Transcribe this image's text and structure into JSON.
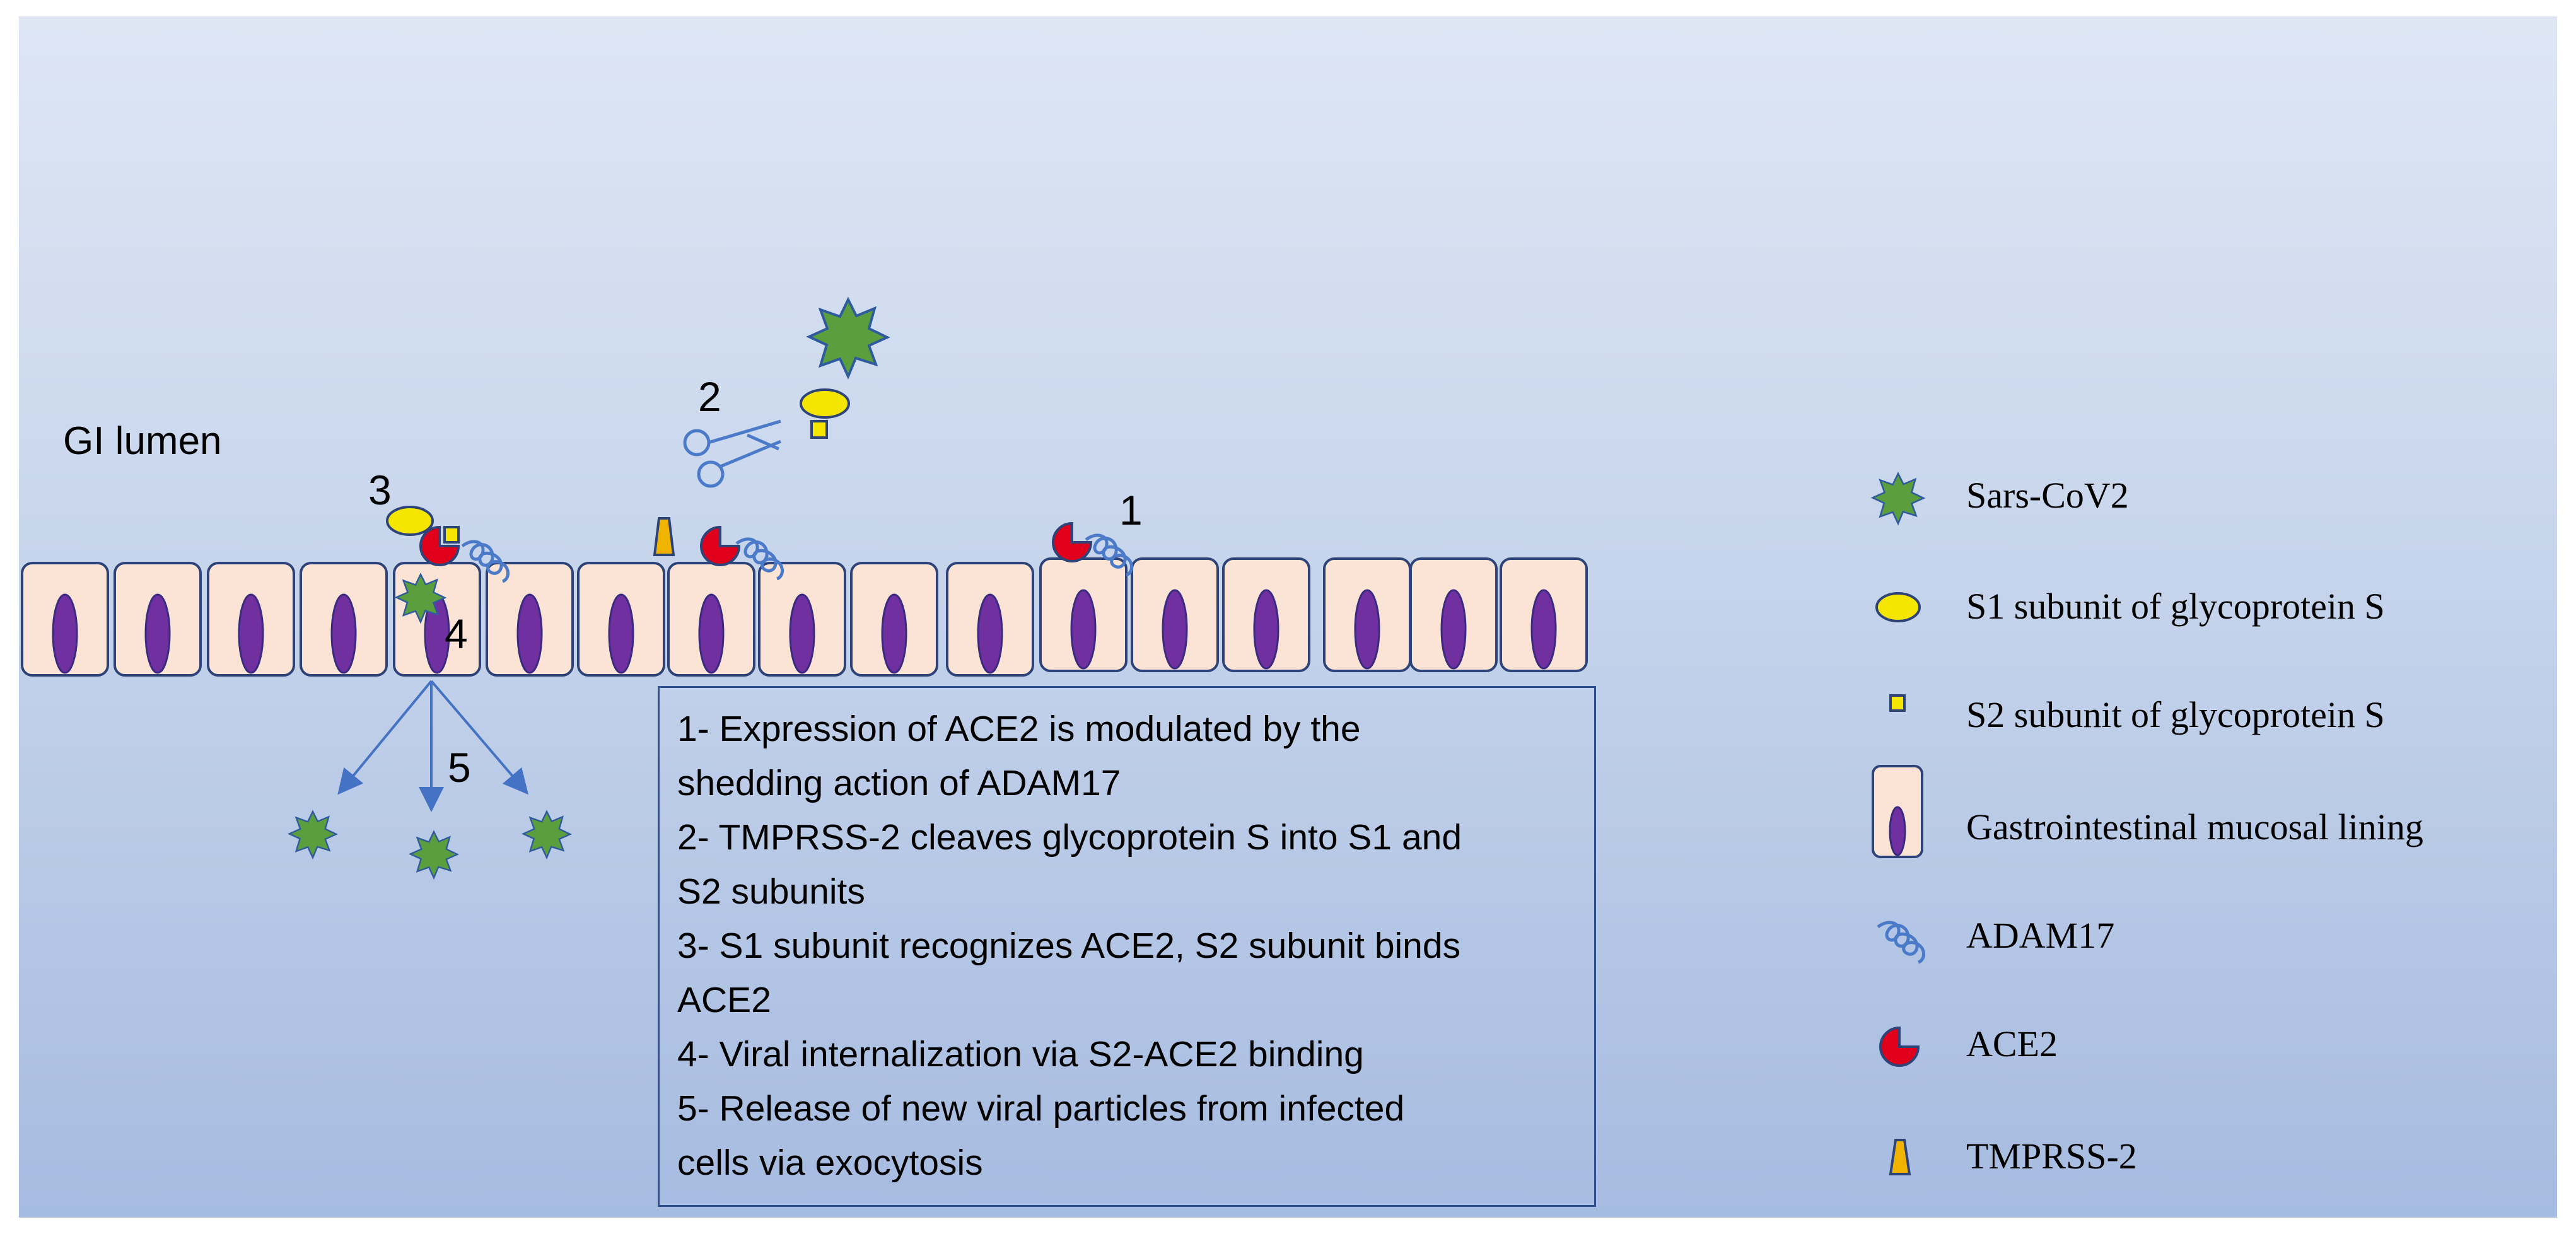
{
  "lumen_label": "GI lumen",
  "markers": [
    "1",
    "2",
    "3",
    "4",
    "5"
  ],
  "steps": [
    "1- Expression of ACE2 is modulated by the",
    "shedding action of ADAM17",
    "2- TMPRSS-2 cleaves glycoprotein S into S1 and",
    "S2 subunits",
    "3- S1 subunit recognizes ACE2, S2 subunit binds",
    "ACE2",
    "4- Viral internalization via S2-ACE2 binding",
    "5- Release of new viral particles from infected",
    "cells via exocytosis"
  ],
  "legend": [
    {
      "icon": "virus-icon",
      "label": "Sars-CoV2"
    },
    {
      "icon": "s1-ellipse-icon",
      "label": "S1 subunit of glycoprotein S"
    },
    {
      "icon": "s2-square-icon",
      "label": "S2 subunit of glycoprotein S"
    },
    {
      "icon": "mucosal-cell-icon",
      "label": "Gastrointestinal mucosal lining"
    },
    {
      "icon": "adam17-coil-icon",
      "label": "ADAM17"
    },
    {
      "icon": "ace2-pacman-icon",
      "label": "ACE2"
    },
    {
      "icon": "tmprss2-trapezoid-icon",
      "label": "TMPRSS-2"
    }
  ],
  "colors": {
    "virus": "#5a9e3e",
    "virus_edge": "#2f5a9e",
    "s1": "#f5e600",
    "cell_fill": "#fbe4d5",
    "nucleus": "#7030a0",
    "ace2": "#e0001b",
    "adam17": "#4a7ac8",
    "tmprss2": "#f0b400",
    "arrow": "#4472c4"
  }
}
